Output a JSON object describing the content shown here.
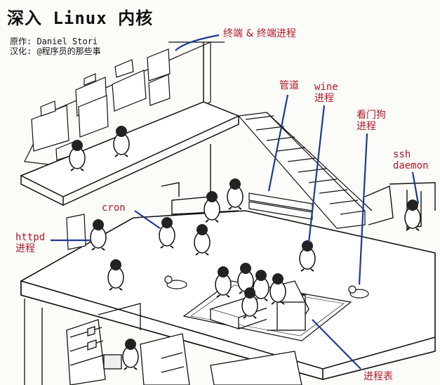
{
  "title": "深入 Linux 内核",
  "credits": {
    "author": "原作: Daniel Stori",
    "translator": "汉化: @程序员的那些事"
  },
  "labels": {
    "terminal": "终端 & 终端进程",
    "pipe": "管道",
    "wine_line1": "wine",
    "wine_line2": "进程",
    "watchdog_line1": "看门狗",
    "watchdog_line2": "进程",
    "ssh_line1": "ssh",
    "ssh_line2": "daemon",
    "cron": "cron",
    "httpd_line1": "httpd",
    "httpd_line2": "进程",
    "process_table": "进程表"
  },
  "colors": {
    "annotation": "#b0182a",
    "leader": "#1d3a8f",
    "ink": "#111111",
    "paper": "#fbfbf8"
  }
}
